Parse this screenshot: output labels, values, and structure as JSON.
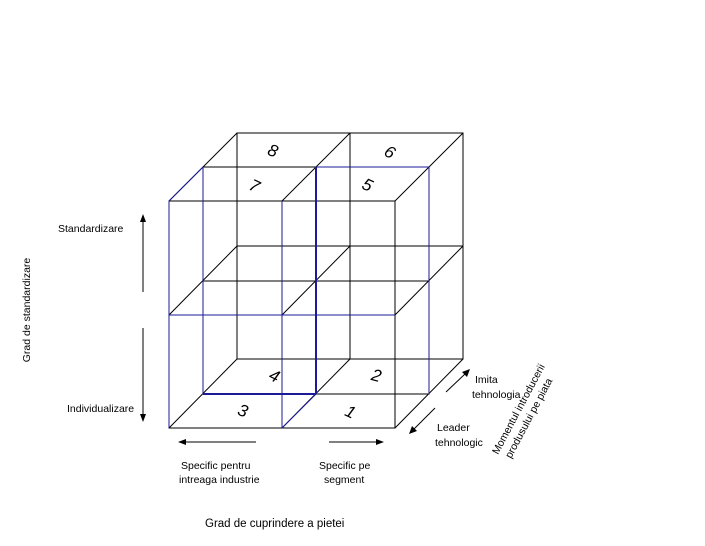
{
  "diagram": {
    "cells": [
      "1",
      "2",
      "3",
      "4",
      "5",
      "6",
      "7",
      "8"
    ],
    "vertical_axis": {
      "title": "Grad de standardizare",
      "top_label": "Standardizare",
      "bottom_label": "Individualizare"
    },
    "horizontal_axis": {
      "title": "Grad de cuprindere a pietei",
      "left_label_line1": "Specific pentru",
      "left_label_line2": "intreaga industrie",
      "right_label_line1": "Specific pe",
      "right_label_line2": "segment"
    },
    "depth_axis": {
      "title_line1": "Momentul introducerii",
      "title_line2": "produsului pe piata",
      "back_label_line1": "Imita",
      "back_label_line2": "tehnologia",
      "front_label_line1": "Leader",
      "front_label_line2": "tehnologic"
    },
    "colors": {
      "grid": "#000000",
      "front_face": "#1b1b9a"
    }
  }
}
